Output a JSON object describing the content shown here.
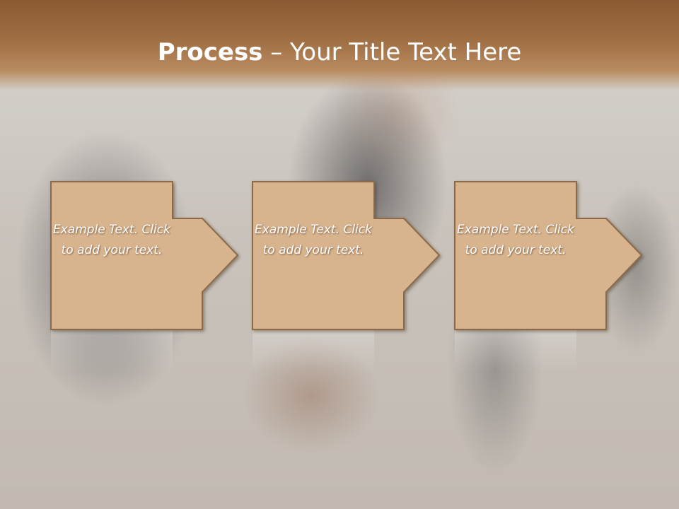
{
  "slide": {
    "title_bold": "Process",
    "title_rest": " – Your Title Text Here"
  },
  "steps": [
    {
      "text": "Example Text. Click  to add your text."
    },
    {
      "text": "Example Text. Click  to add your text."
    },
    {
      "text": "Example Text. Click  to add your text."
    }
  ],
  "colors": {
    "header": "#8a5a32",
    "box_fill": "#d8b48e",
    "box_stroke": "#8c6a4a"
  }
}
